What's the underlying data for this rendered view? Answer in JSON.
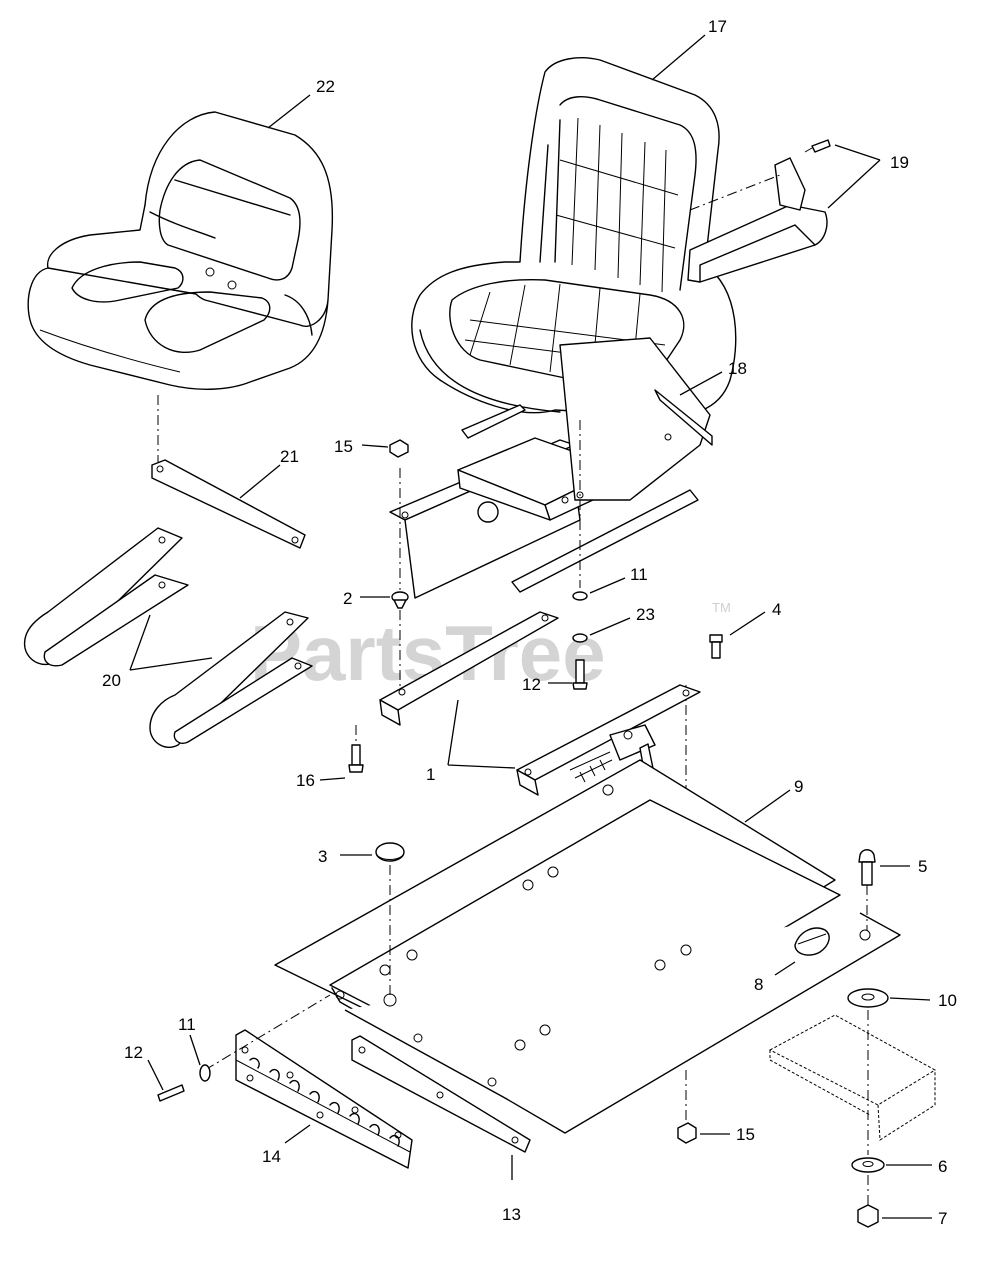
{
  "watermark": {
    "brand": "PartsTree",
    "trademark": "TM"
  },
  "callouts": [
    {
      "id": "c22",
      "label": "22"
    },
    {
      "id": "c17",
      "label": "17"
    },
    {
      "id": "c19",
      "label": "19"
    },
    {
      "id": "c18",
      "label": "18"
    },
    {
      "id": "c21",
      "label": "21"
    },
    {
      "id": "c15a",
      "label": "15"
    },
    {
      "id": "c2",
      "label": "2"
    },
    {
      "id": "c11a",
      "label": "11"
    },
    {
      "id": "c23",
      "label": "23"
    },
    {
      "id": "c4",
      "label": "4"
    },
    {
      "id": "c12a",
      "label": "12"
    },
    {
      "id": "c20",
      "label": "20"
    },
    {
      "id": "c1",
      "label": "1"
    },
    {
      "id": "c16",
      "label": "16"
    },
    {
      "id": "c9",
      "label": "9"
    },
    {
      "id": "c3",
      "label": "3"
    },
    {
      "id": "c5",
      "label": "5"
    },
    {
      "id": "c8",
      "label": "8"
    },
    {
      "id": "c10",
      "label": "10"
    },
    {
      "id": "c11b",
      "label": "11"
    },
    {
      "id": "c12b",
      "label": "12"
    },
    {
      "id": "c14",
      "label": "14"
    },
    {
      "id": "c15b",
      "label": "15"
    },
    {
      "id": "c13",
      "label": "13"
    },
    {
      "id": "c6",
      "label": "6"
    },
    {
      "id": "c7",
      "label": "7"
    }
  ]
}
